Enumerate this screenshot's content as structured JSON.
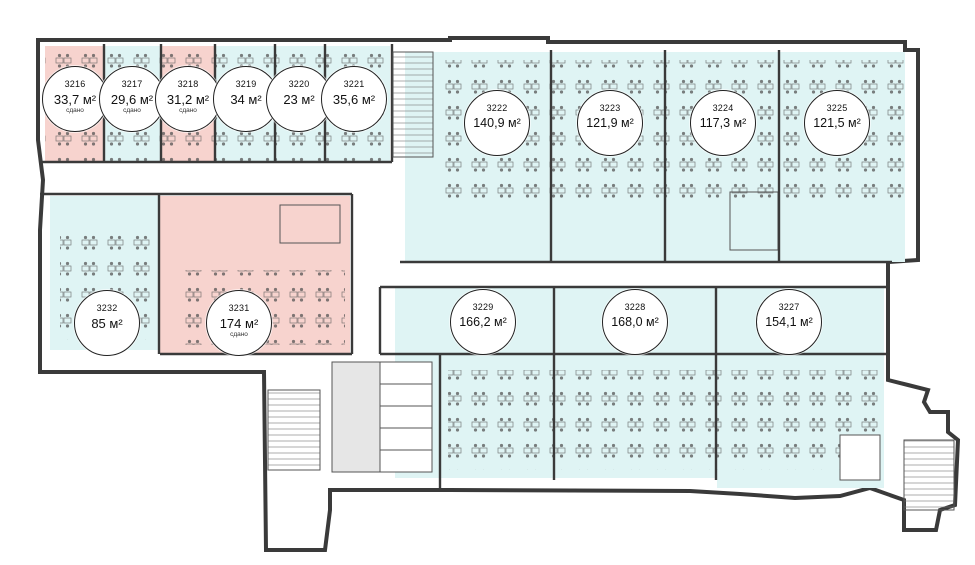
{
  "floorplan": {
    "colors": {
      "available": "#dff4f4",
      "sold": "#f7d3ce",
      "wall": "#3a3a3a",
      "floor": "#ffffff",
      "outline": "#a9a9a9"
    },
    "units": [
      {
        "number": "3216",
        "area": "33,7 м²",
        "status": "сдано",
        "state": "sold"
      },
      {
        "number": "3217",
        "area": "29,6 м²",
        "status": "сдано",
        "state": "available"
      },
      {
        "number": "3218",
        "area": "31,2 м²",
        "status": "сдано",
        "state": "sold"
      },
      {
        "number": "3219",
        "area": "34 м²",
        "status": "",
        "state": "available"
      },
      {
        "number": "3220",
        "area": "23 м²",
        "status": "",
        "state": "available"
      },
      {
        "number": "3221",
        "area": "35,6 м²",
        "status": "",
        "state": "available"
      },
      {
        "number": "3222",
        "area": "140,9 м²",
        "status": "",
        "state": "available"
      },
      {
        "number": "3223",
        "area": "121,9 м²",
        "status": "",
        "state": "available"
      },
      {
        "number": "3224",
        "area": "117,3 м²",
        "status": "",
        "state": "available"
      },
      {
        "number": "3225",
        "area": "121,5 м²",
        "status": "",
        "state": "available"
      },
      {
        "number": "3232",
        "area": "85 м²",
        "status": "",
        "state": "available"
      },
      {
        "number": "3231",
        "area": "174 м²",
        "status": "сдано",
        "state": "sold"
      },
      {
        "number": "3229",
        "area": "166,2 м²",
        "status": "",
        "state": "available"
      },
      {
        "number": "3228",
        "area": "168,0 м²",
        "status": "",
        "state": "available"
      },
      {
        "number": "3227",
        "area": "154,1 м²",
        "status": "",
        "state": "available"
      }
    ]
  }
}
